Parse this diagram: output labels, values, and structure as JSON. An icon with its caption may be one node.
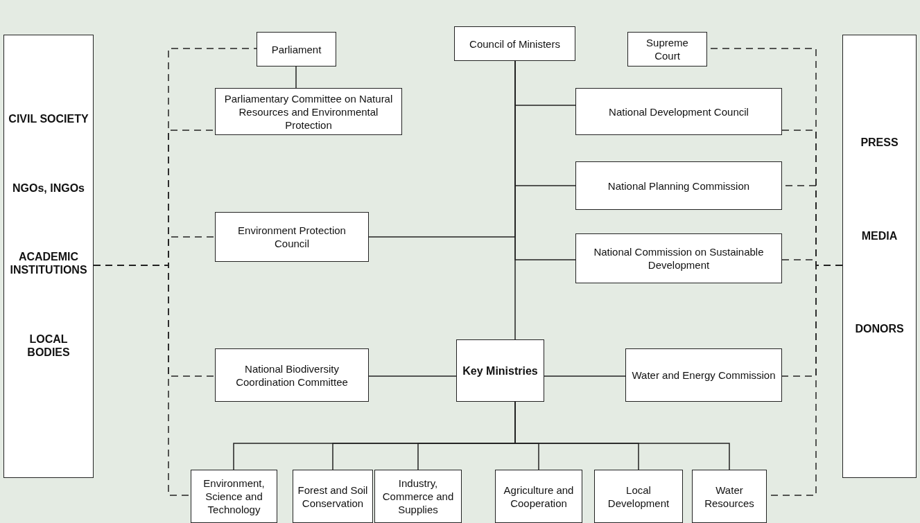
{
  "diagram": {
    "nodes": [
      {
        "text": [
          "CIVIL SOCIETY",
          "NGOs, INGOs",
          "ACADEMIC INSTITUTIONS",
          "LOCAL BODIES"
        ]
      },
      {
        "text": [
          "Parliament"
        ]
      },
      {
        "text": [
          "Council of Ministers"
        ]
      },
      {
        "text": [
          "Supreme Court"
        ]
      },
      {
        "text": [
          "PRESS",
          "MEDIA",
          "DONORS"
        ]
      },
      {
        "text": [
          "Parliamentary Committee on Natural Resources and Environmental Protection"
        ]
      },
      {
        "text": [
          "National Development Council"
        ]
      },
      {
        "text": [
          "National Planning Commission"
        ]
      },
      {
        "text": [
          "Environment Protection Council"
        ]
      },
      {
        "text": [
          "National Commission on Sustainable Development"
        ]
      },
      {
        "text": [
          "National Biodiversity Coordination Committee"
        ]
      },
      {
        "text": [
          "Key Ministries"
        ]
      },
      {
        "text": [
          "Water and Energy Commission"
        ]
      },
      {
        "text": [
          "Environment, Science and Technology"
        ]
      },
      {
        "text": [
          "Forest and Soil Conservation"
        ]
      },
      {
        "text": [
          "Industry, Commerce and Supplies"
        ]
      },
      {
        "text": [
          "Agriculture and Cooperation"
        ]
      },
      {
        "text": [
          "Local Development"
        ]
      },
      {
        "text": [
          "Water Resources"
        ]
      }
    ],
    "edges": [
      {
        "from": 1,
        "to": 5,
        "arrow": "none"
      },
      {
        "from": 2,
        "to": 6,
        "arrow": "none"
      },
      {
        "from": 2,
        "to": 7,
        "arrow": "none"
      },
      {
        "from": 2,
        "to": 8,
        "arrow": "none"
      },
      {
        "from": 2,
        "to": 9,
        "arrow": "none"
      },
      {
        "from": 2,
        "to": 11,
        "arrow": "none"
      },
      {
        "from": 10,
        "to": 11,
        "arrow": "none"
      },
      {
        "from": 11,
        "to": 12,
        "arrow": "none"
      },
      {
        "from": 11,
        "to": 13,
        "arrow": "none"
      },
      {
        "from": 11,
        "to": 14,
        "arrow": "none"
      },
      {
        "from": 11,
        "to": 15,
        "arrow": "none"
      },
      {
        "from": 11,
        "to": 16,
        "arrow": "none"
      },
      {
        "from": 11,
        "to": 17,
        "arrow": "none"
      },
      {
        "from": 11,
        "to": 18,
        "arrow": "none"
      },
      {
        "from": 0,
        "to": 1,
        "arrow": "none",
        "style": "dashed"
      },
      {
        "from": 0,
        "to": 5,
        "arrow": "none",
        "style": "dashed"
      },
      {
        "from": 0,
        "to": 8,
        "arrow": "none",
        "style": "dashed"
      },
      {
        "from": 0,
        "to": 10,
        "arrow": "none",
        "style": "dashed"
      },
      {
        "from": 0,
        "to": 13,
        "arrow": "none",
        "style": "dashed"
      },
      {
        "from": 4,
        "to": 3,
        "arrow": "none",
        "style": "dashed"
      },
      {
        "from": 4,
        "to": 6,
        "arrow": "none",
        "style": "dashed"
      },
      {
        "from": 4,
        "to": 7,
        "arrow": "none",
        "style": "dashed"
      },
      {
        "from": 4,
        "to": 9,
        "arrow": "none",
        "style": "dashed"
      },
      {
        "from": 4,
        "to": 12,
        "arrow": "none",
        "style": "dashed"
      },
      {
        "from": 4,
        "to": 18,
        "arrow": "none",
        "style": "dashed"
      }
    ]
  }
}
